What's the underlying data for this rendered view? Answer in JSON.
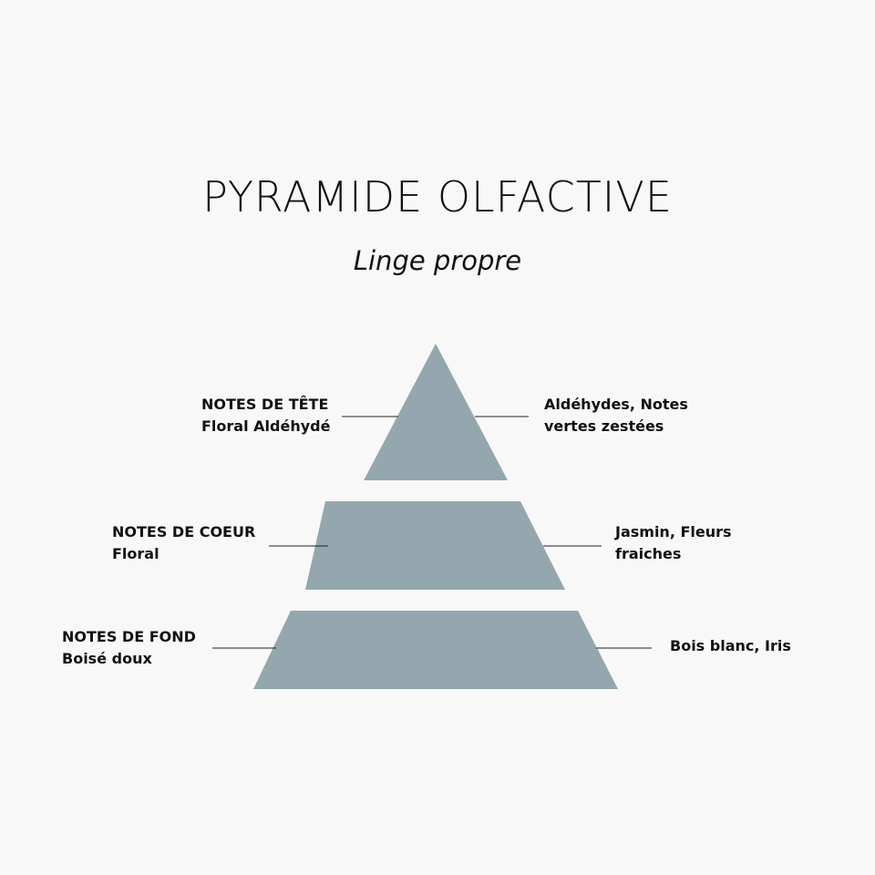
{
  "title": "PYRAMIDE OLFACTIVE",
  "subtitle": "Linge propre",
  "colors": {
    "background": "#f8f8f8",
    "tier_fill": "#94a7ae",
    "text": "#111111",
    "connector": "#222222"
  },
  "tiers": [
    {
      "name": "NOTES DE TÊTE",
      "family": "Floral Aldéhydé",
      "notes_line1": "Aldéhydes, Notes",
      "notes_line2": "vertes zestées"
    },
    {
      "name": "NOTES DE COEUR",
      "family": "Floral",
      "notes_line1": "Jasmin, Fleurs",
      "notes_line2": "fraiches"
    },
    {
      "name": "NOTES DE FOND",
      "family": "Boisé doux",
      "notes_line1": "Bois blanc, Iris",
      "notes_line2": ""
    }
  ]
}
